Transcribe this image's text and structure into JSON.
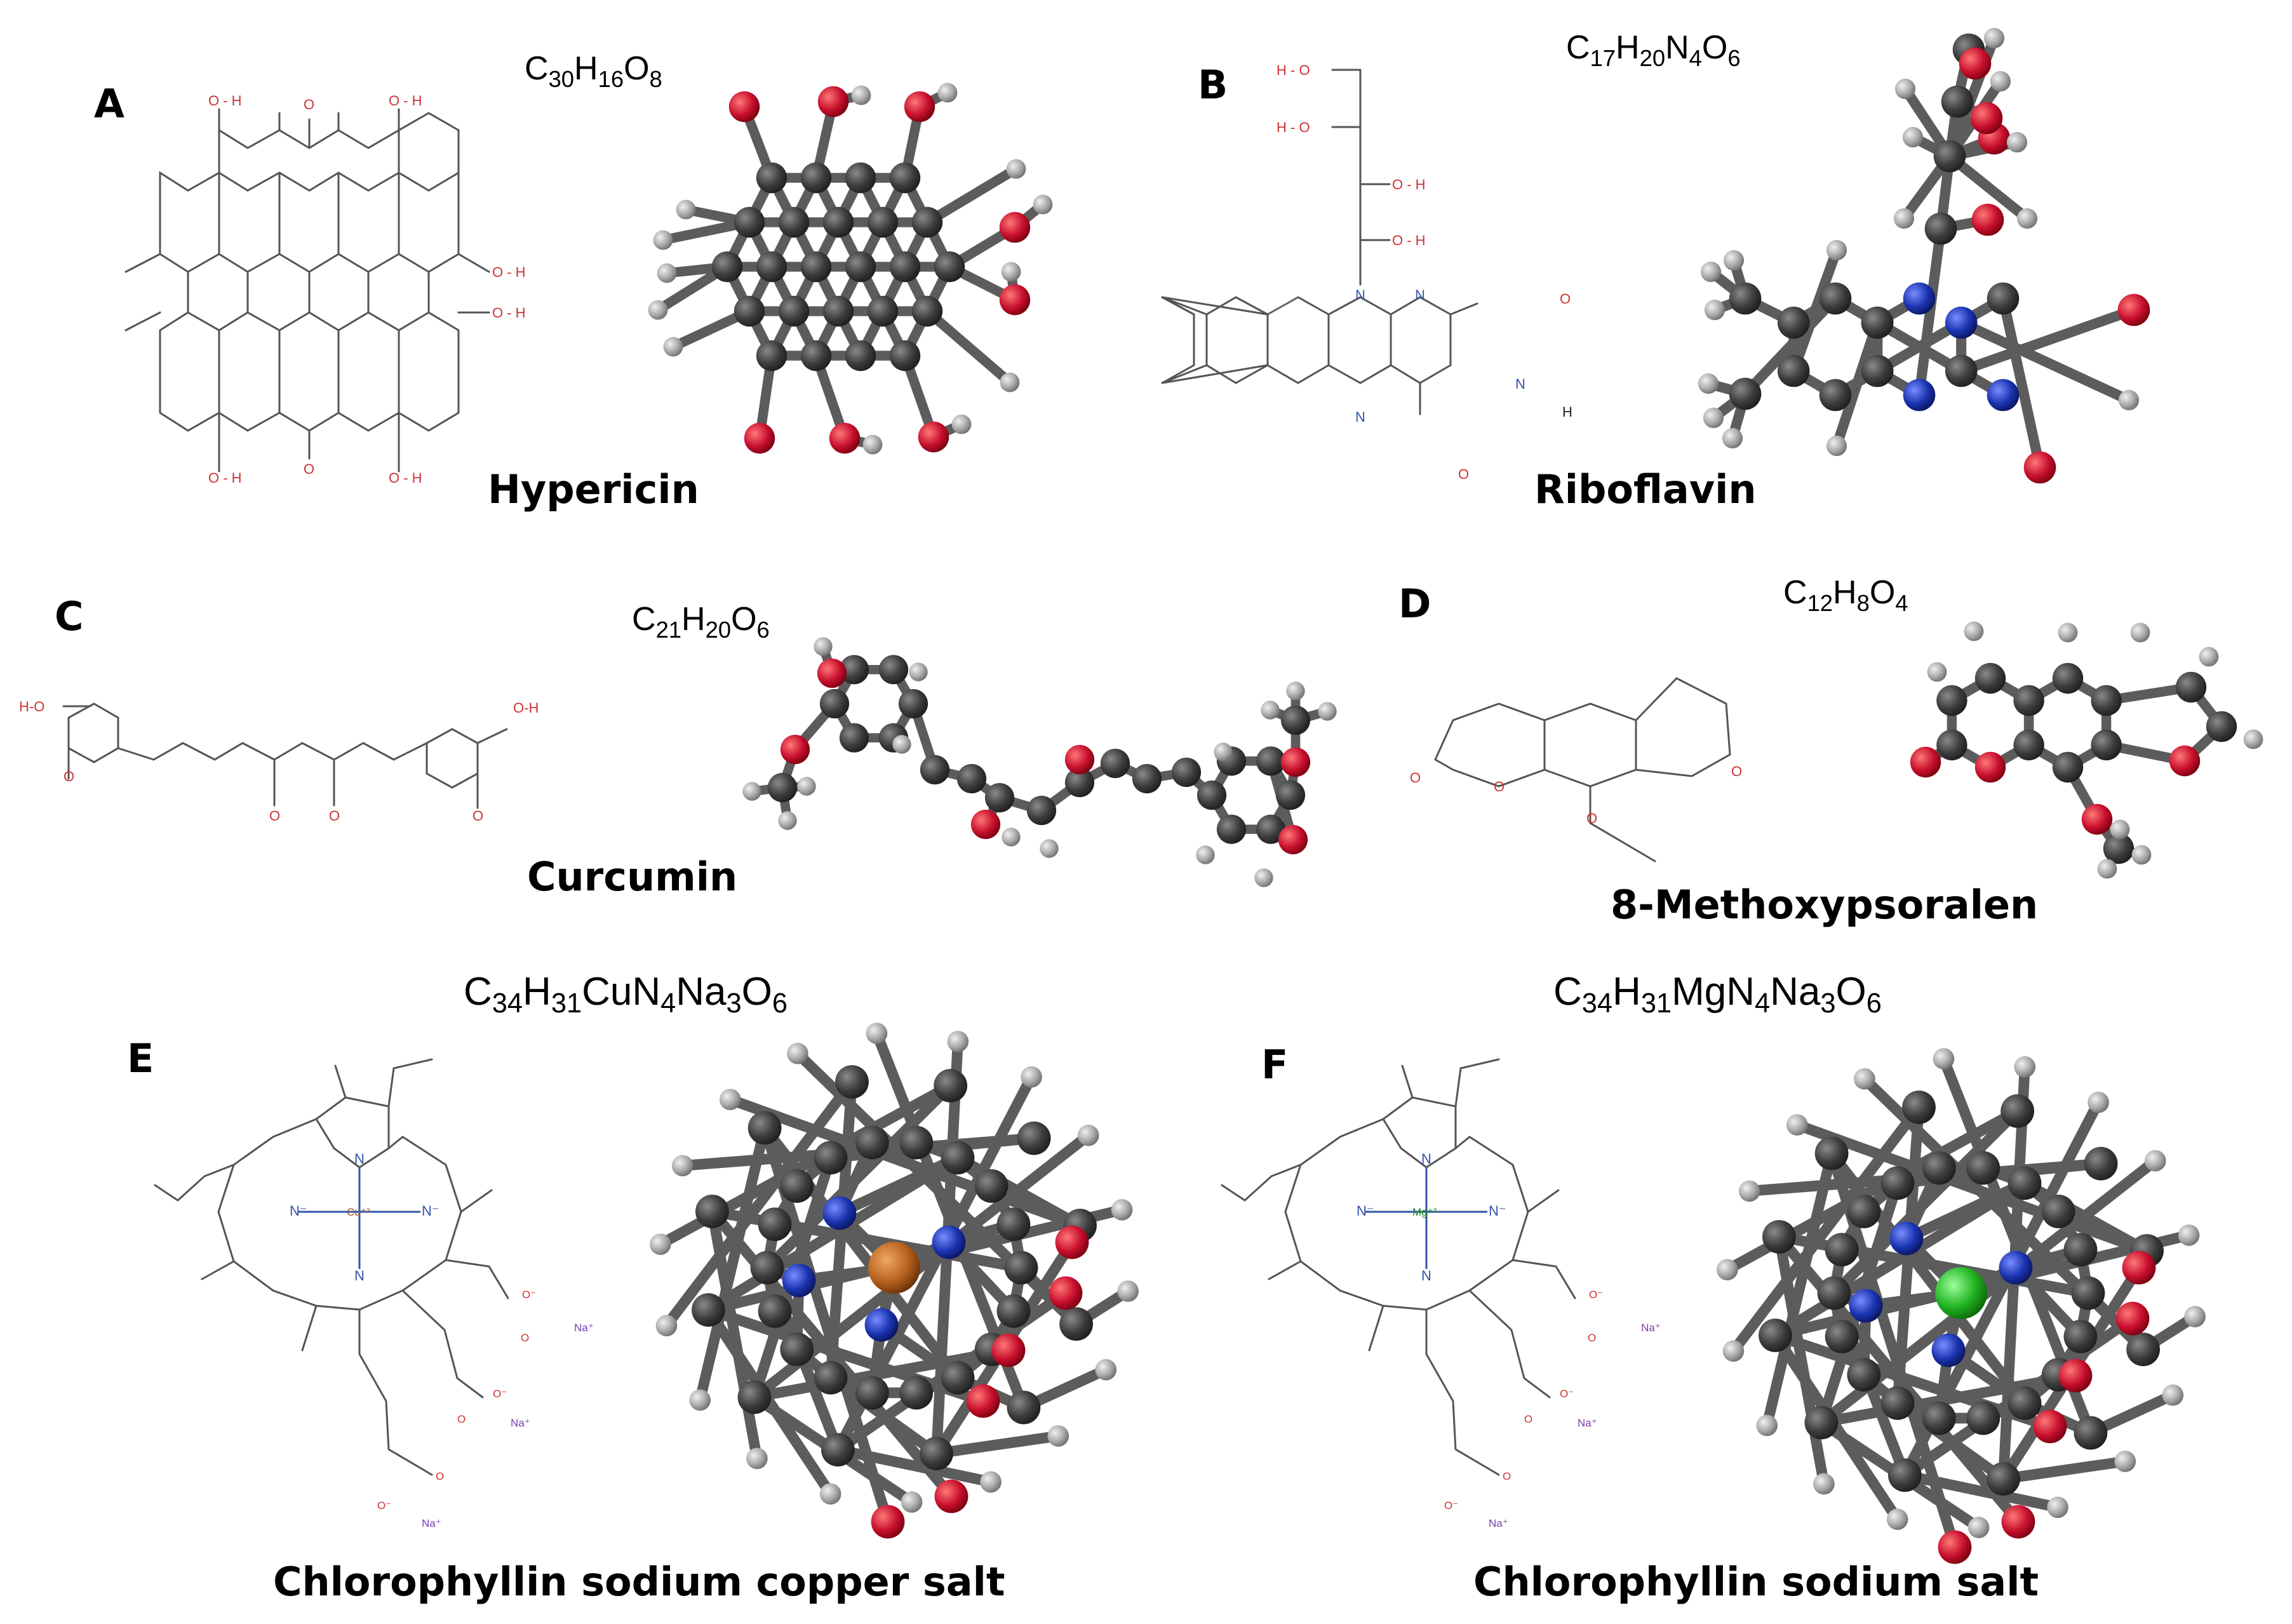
{
  "panels": [
    {
      "letter": "A",
      "formula": {
        "parts": [
          [
            "C",
            ""
          ],
          [
            "30",
            "sub"
          ],
          [
            "H",
            ""
          ],
          [
            "16",
            "sub"
          ],
          [
            "O",
            ""
          ],
          [
            "8",
            "sub"
          ]
        ]
      },
      "name": "Hypericin"
    },
    {
      "letter": "B",
      "formula": {
        "parts": [
          [
            "C",
            ""
          ],
          [
            "17",
            "sub"
          ],
          [
            "H",
            ""
          ],
          [
            "20",
            "sub"
          ],
          [
            "N",
            ""
          ],
          [
            "4",
            "sub"
          ],
          [
            "O",
            ""
          ],
          [
            "6",
            "sub"
          ]
        ]
      },
      "name": "Riboflavin"
    },
    {
      "letter": "C",
      "formula": {
        "parts": [
          [
            "C",
            ""
          ],
          [
            "21",
            "sub"
          ],
          [
            "H",
            ""
          ],
          [
            "20",
            "sub"
          ],
          [
            "O",
            ""
          ],
          [
            "6",
            "sub"
          ]
        ]
      },
      "name": "Curcumin"
    },
    {
      "letter": "D",
      "formula": {
        "parts": [
          [
            "C",
            ""
          ],
          [
            "12",
            "sub"
          ],
          [
            "H",
            ""
          ],
          [
            "8",
            "sub"
          ],
          [
            "O",
            ""
          ],
          [
            "4",
            "sub"
          ]
        ]
      },
      "name": "8-Methoxypsoralen"
    },
    {
      "letter": "E",
      "formula": {
        "parts": [
          [
            "C",
            ""
          ],
          [
            "34",
            "sub"
          ],
          [
            "H",
            ""
          ],
          [
            "31",
            "sub"
          ],
          [
            "CuN",
            ""
          ],
          [
            "4",
            "sub"
          ],
          [
            "Na",
            ""
          ],
          [
            "3",
            "sub"
          ],
          [
            "O",
            ""
          ],
          [
            "6",
            "sub"
          ]
        ]
      },
      "name": "Chlorophyllin sodium copper salt"
    },
    {
      "letter": "F",
      "formula": {
        "parts": [
          [
            "C",
            ""
          ],
          [
            "34",
            "sub"
          ],
          [
            "H",
            ""
          ],
          [
            "31",
            "sub"
          ],
          [
            "MgN",
            ""
          ],
          [
            "4",
            "sub"
          ],
          [
            "Na",
            ""
          ],
          [
            "3",
            "sub"
          ],
          [
            "O",
            ""
          ],
          [
            "6",
            "sub"
          ]
        ]
      },
      "name": "Chlorophyllin sodium salt"
    }
  ],
  "atom_labels": {
    "oh": "O - H",
    "h_o": "H - O",
    "ho": "H-O",
    "oh_short": "O-H",
    "o": "O",
    "n": "N",
    "h": "H",
    "n_minus": "N⁻",
    "cu": "Cu⁺²",
    "mg": "Mg⁺²",
    "o_minus": "O⁻",
    "na": "Na⁺"
  },
  "colors": {
    "carbon": "#3c3c3c",
    "hydrogen": "#a8a8a8",
    "oxygen": "#c8102e",
    "nitrogen": "#1a34b0",
    "copper": "#b8621e",
    "magnesium": "#22b422",
    "bond_oxygen": "#cc3333",
    "bond_nitrogen": "#3355aa",
    "na_label": "#7a3db0"
  }
}
